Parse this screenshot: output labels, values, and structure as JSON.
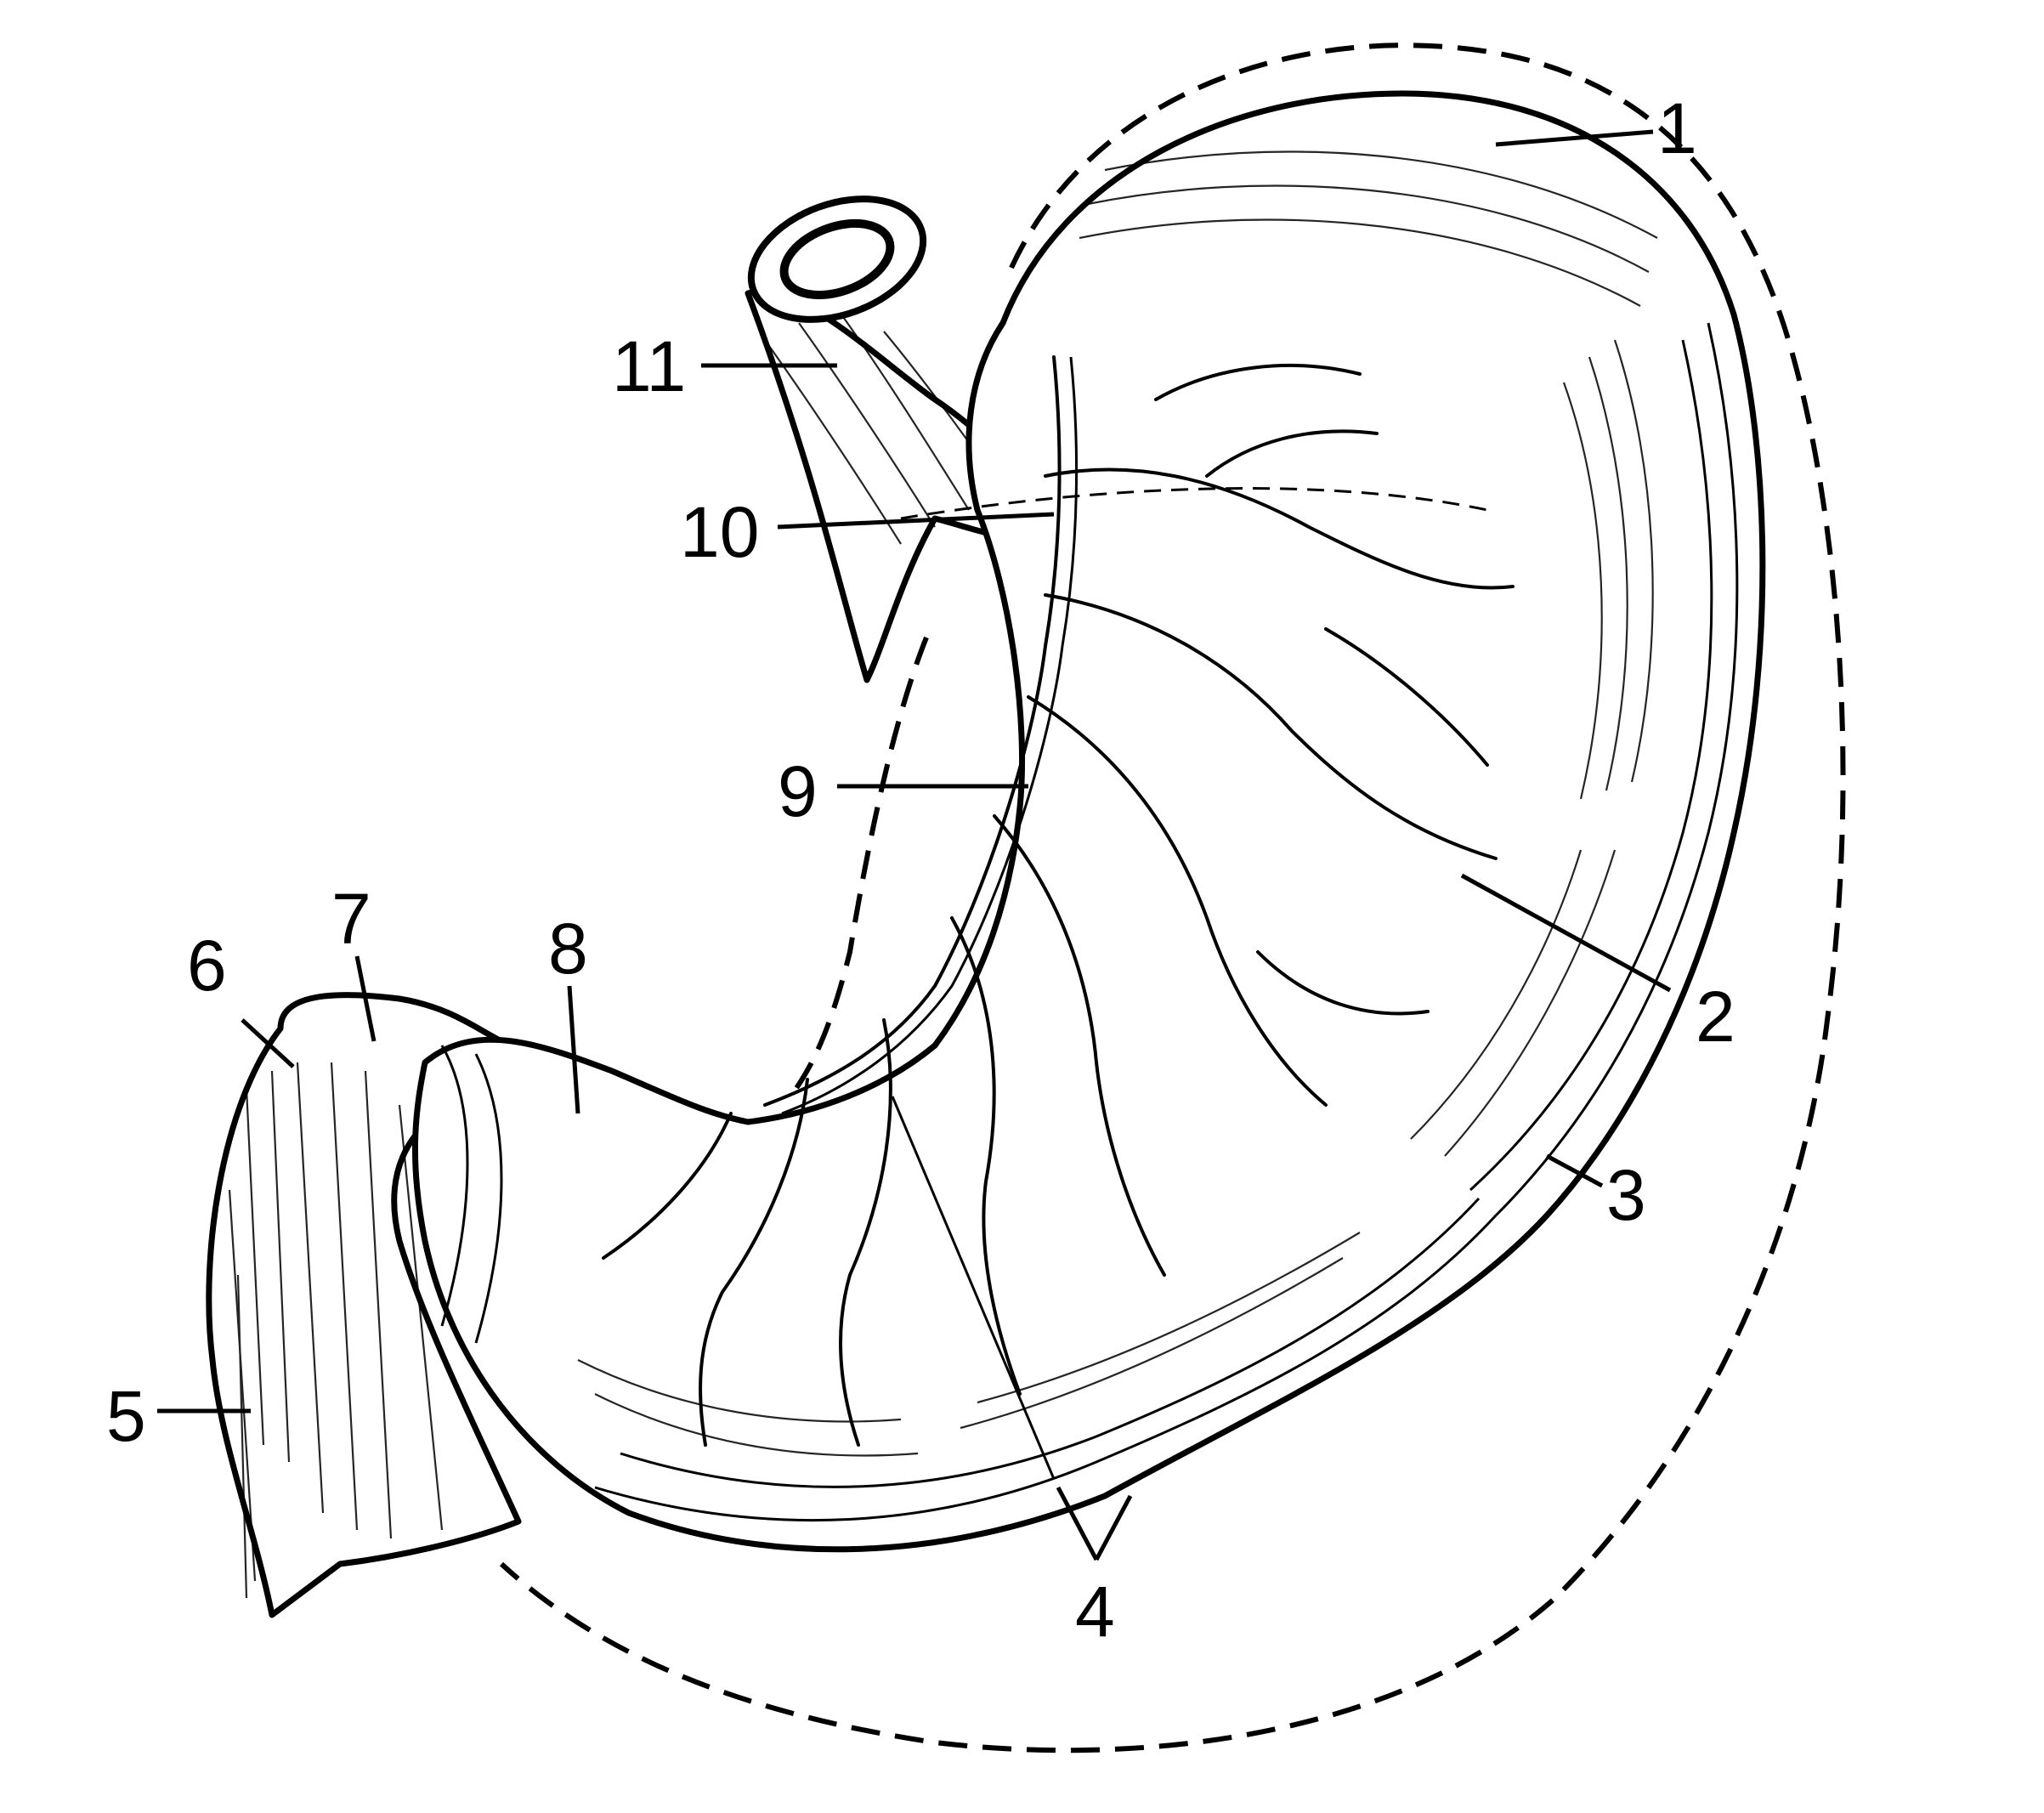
{
  "labels": [
    "1",
    "2",
    "3",
    "4",
    "5",
    "6",
    "7",
    "8",
    "9",
    "10",
    "11"
  ],
  "colors": {
    "ink": "#000000",
    "paper": "#ffffff"
  }
}
